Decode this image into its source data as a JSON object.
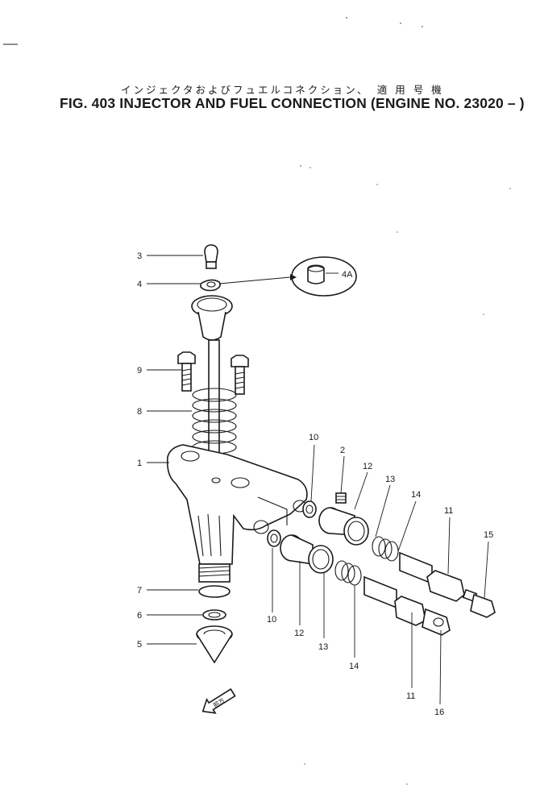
{
  "header": {
    "title_jp": "インジェクタおよびフュエルコネクション、　適 用 号 機",
    "title": "FIG. 403  INJECTOR AND FUEL CONNECTION (ENGINE NO. 23020 –  )"
  },
  "detail_callout": "4A",
  "callouts": [
    "1",
    "2",
    "3",
    "4",
    "5",
    "6",
    "7",
    "8",
    "9",
    "10",
    "10",
    "11",
    "11",
    "12",
    "12",
    "13",
    "13",
    "14",
    "14",
    "15",
    "16"
  ],
  "direction_label": "前方"
}
